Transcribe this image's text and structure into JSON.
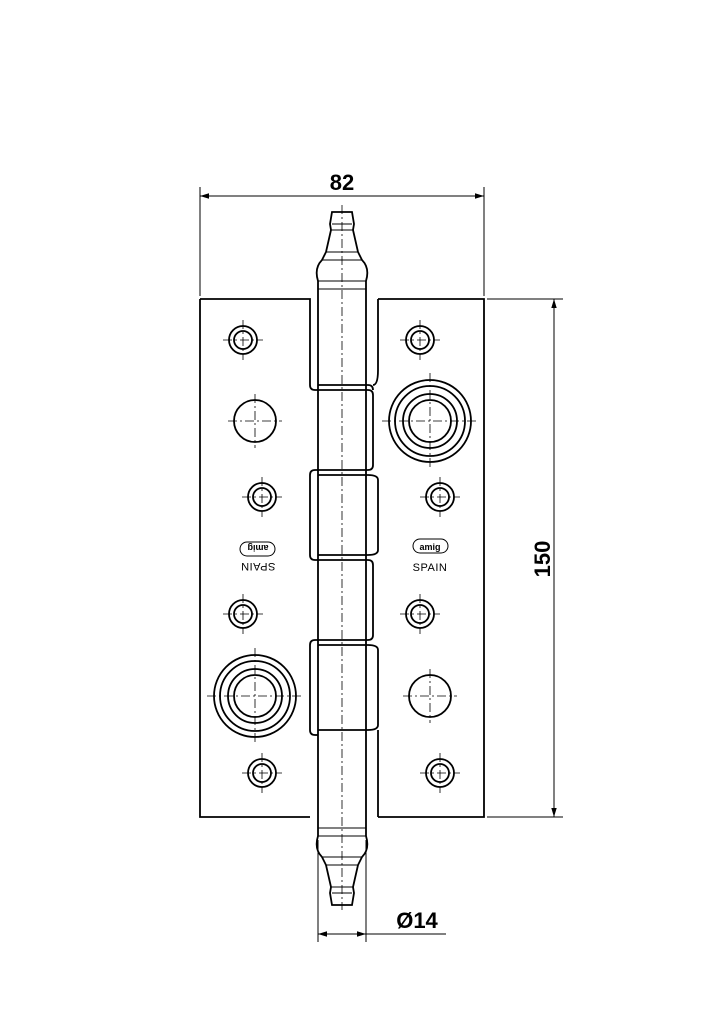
{
  "dimensions": {
    "width": "82",
    "height": "150",
    "pin_diameter": "Ø14"
  },
  "marking": {
    "brand": "amig",
    "country": "SPAIN"
  },
  "colors": {
    "line": "#000000",
    "background": "#ffffff"
  }
}
